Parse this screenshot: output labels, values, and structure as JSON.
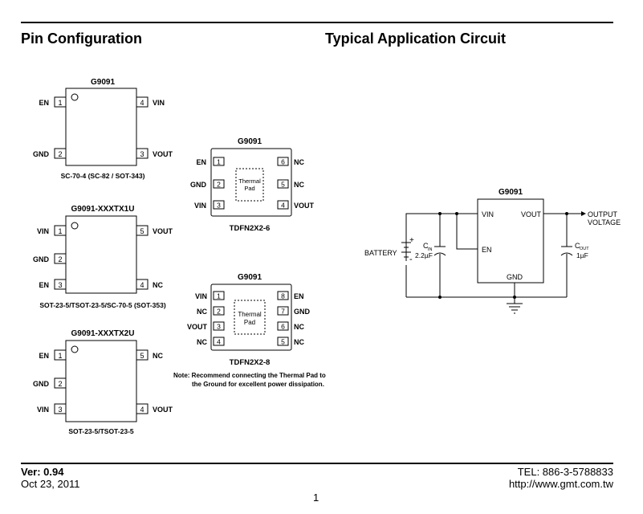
{
  "headings": {
    "pin_config": "Pin Configuration",
    "typical_app": "Typical Application Circuit"
  },
  "pkg1": {
    "title": "G9091",
    "pins": {
      "p1": "1",
      "p2": "2",
      "p3": "3",
      "p4": "4"
    },
    "labels": {
      "en": "EN",
      "gnd": "GND",
      "vin": "VIN",
      "vout": "VOUT"
    },
    "caption": "SC-70-4 (SC-82 / SOT-343)"
  },
  "pkg2": {
    "title": "G9091-XXXTX1U",
    "pins": {
      "p1": "1",
      "p2": "2",
      "p3": "3",
      "p4": "4",
      "p5": "5"
    },
    "labels": {
      "vin": "VIN",
      "gnd": "GND",
      "en": "EN",
      "vout": "VOUT",
      "nc": "NC"
    },
    "caption": "SOT-23-5/TSOT-23-5/SC-70-5 (SOT-353)"
  },
  "pkg3": {
    "title": "G9091-XXXTX2U",
    "pins": {
      "p1": "1",
      "p2": "2",
      "p3": "3",
      "p4": "4",
      "p5": "5"
    },
    "labels": {
      "en": "EN",
      "gnd": "GND",
      "vin": "VIN",
      "nc": "NC",
      "vout": "VOUT"
    },
    "caption": "SOT-23-5/TSOT-23-5"
  },
  "pkg4": {
    "title": "G9091",
    "pins": {
      "p1": "1",
      "p2": "2",
      "p3": "3",
      "p4": "4",
      "p5": "5",
      "p6": "6"
    },
    "labels": {
      "en": "EN",
      "gnd": "GND",
      "vin": "VIN",
      "nc6": "NC",
      "nc5": "NC",
      "vout": "VOUT"
    },
    "pad_line1": "Thermal",
    "pad_line2": "Pad",
    "caption": "TDFN2X2-6"
  },
  "pkg5": {
    "title": "G9091",
    "pins": {
      "p1": "1",
      "p2": "2",
      "p3": "3",
      "p4": "4",
      "p5": "5",
      "p6": "6",
      "p7": "7",
      "p8": "8"
    },
    "labels": {
      "vin": "VIN",
      "nc2": "NC",
      "vout": "VOUT",
      "nc4": "NC",
      "en": "EN",
      "gnd": "GND",
      "nc6": "NC",
      "nc5": "NC"
    },
    "pad_line1": "Thermal",
    "pad_line2": "Pad",
    "caption": "TDFN2X2-8"
  },
  "note": {
    "line1": "Note: Recommend connecting the Thermal Pad  to",
    "line2": "the Ground for excellent power dissipation."
  },
  "circuit": {
    "ic_title": "G9091",
    "vin": "VIN",
    "vout": "VOUT",
    "en": "EN",
    "gnd": "GND",
    "battery": "BATTERY",
    "plus": "+",
    "minus": "-",
    "cin_c": "C",
    "cin_sub": "IN",
    "cin_val": "2.2µF",
    "cout_c": "C",
    "cout_sub": "OUT",
    "cout_val": "1µF",
    "output1": "OUTPUT",
    "output2": "VOLTAGE"
  },
  "footer": {
    "ver": "Ver: 0.94",
    "date": "Oct 23, 2011",
    "tel": "TEL: 886-3-5788833",
    "url": "http://www.gmt.com.tw",
    "page": "1"
  }
}
